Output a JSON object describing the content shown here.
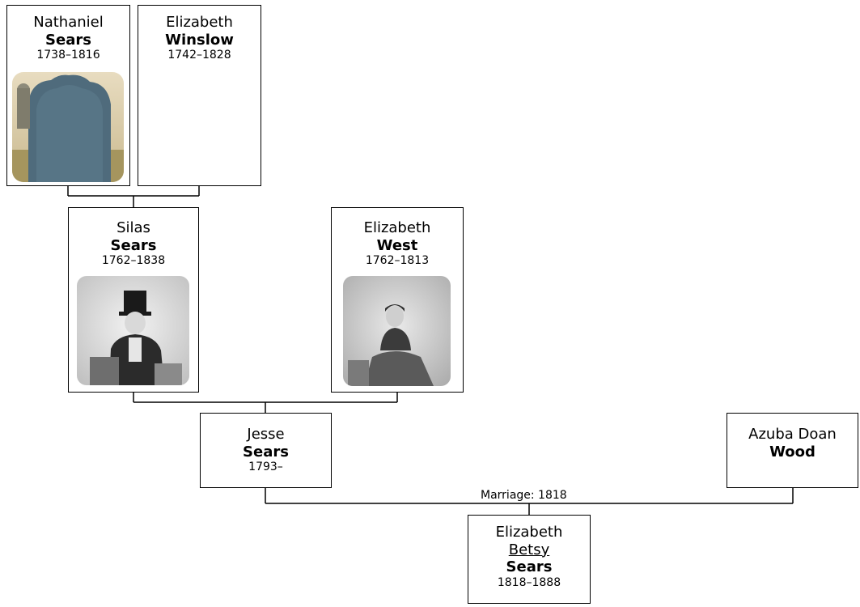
{
  "people": {
    "nathaniel": {
      "first": "Nathaniel",
      "last": "Sears",
      "dates": "1738–1816",
      "photo": "gravestone-photo"
    },
    "elizabeth_winslow": {
      "first": "Elizabeth",
      "last": "Winslow",
      "dates": "1742–1828"
    },
    "silas": {
      "first": "Silas",
      "last": "Sears",
      "dates": "1762–1838",
      "photo": "portrait-man-top-hat"
    },
    "elizabeth_west": {
      "first": "Elizabeth",
      "last": "West",
      "dates": "1762–1813",
      "photo": "portrait-woman-seated"
    },
    "jesse": {
      "first": "Jesse",
      "last": "Sears",
      "dates": "1793–"
    },
    "azuba": {
      "first": "Azuba Doan",
      "last": "Wood"
    },
    "elizabeth_betsy": {
      "first": "Elizabeth",
      "nickname": "Betsy",
      "last": "Sears",
      "dates": "1818–1888"
    }
  },
  "marriage": {
    "label": "Marriage: 1818"
  },
  "colors": {
    "line": "#000000",
    "border": "#000000",
    "background": "#ffffff"
  }
}
